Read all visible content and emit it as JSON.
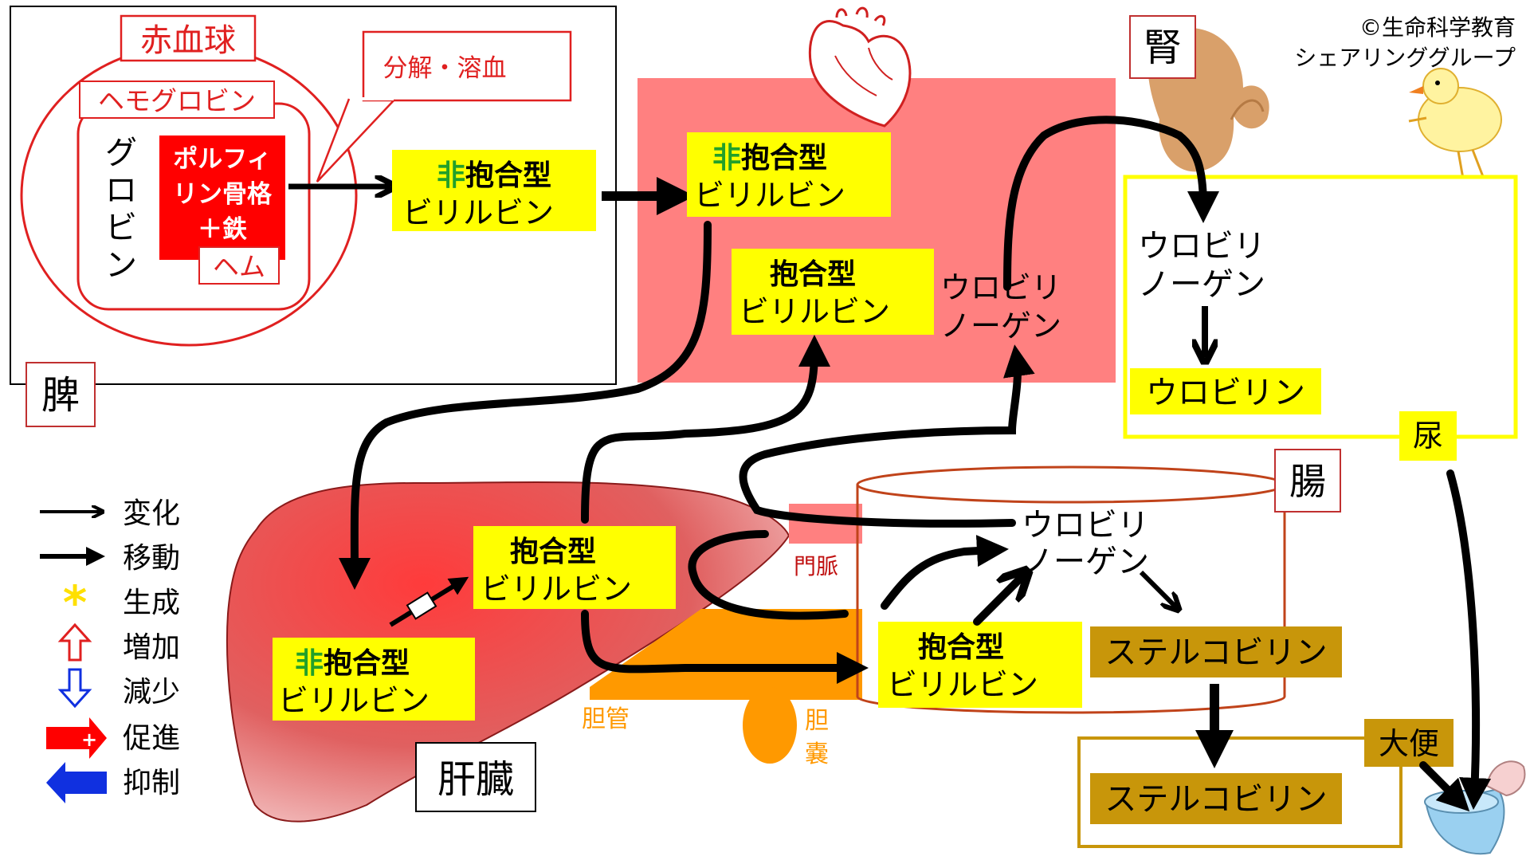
{
  "credit": {
    "line1": "©生命科学教育",
    "line2": "シェアリンググループ"
  },
  "organs": {
    "spleen": "脾",
    "kidney": "腎",
    "liver": "肝臓",
    "intestine": "腸",
    "urine": "尿",
    "feces": "大便",
    "portal_vein": "門脈",
    "bile_duct": "胆管",
    "gallbladder_1": "胆",
    "gallbladder_2": "嚢"
  },
  "rbc": {
    "title": "赤血球",
    "hemoglobin": "ヘモグロビン",
    "globin": [
      "グ",
      "ロ",
      "ビ",
      "ン"
    ],
    "porphyrin": [
      "ポルフィ",
      "リン骨格",
      "＋鉄"
    ],
    "heme": "ヘム",
    "callout": "分解・溶血"
  },
  "labels": {
    "non": "非",
    "unconj_rest": "抱合型",
    "conj": "抱合型",
    "bilirubin": "ビリルビン",
    "urobilinogen_1": "ウロビリ",
    "urobilinogen_2": "ノーゲン",
    "urobilin": "ウロビリン",
    "stercobilin": "ステルコビリン"
  },
  "legend": [
    {
      "icon": "change-arrow",
      "label": "変化"
    },
    {
      "icon": "move-arrow",
      "label": "移動"
    },
    {
      "icon": "asterisk",
      "label": "生成"
    },
    {
      "icon": "up-hollow-arrow",
      "label": "増加"
    },
    {
      "icon": "down-hollow-arrow",
      "label": "減少"
    },
    {
      "icon": "promote-arrow",
      "label": "促進"
    },
    {
      "icon": "inhibit-arrow",
      "label": "抑制"
    }
  ],
  "colors": {
    "blood": "#ff8080",
    "bilirubin_bg": "#ffff00",
    "stercobilin_bg": "#c8960a",
    "bile": "#ff9900",
    "intestine_line": "#c0431a",
    "rbc_red": "#e02020",
    "non_green": "#22a02a"
  }
}
